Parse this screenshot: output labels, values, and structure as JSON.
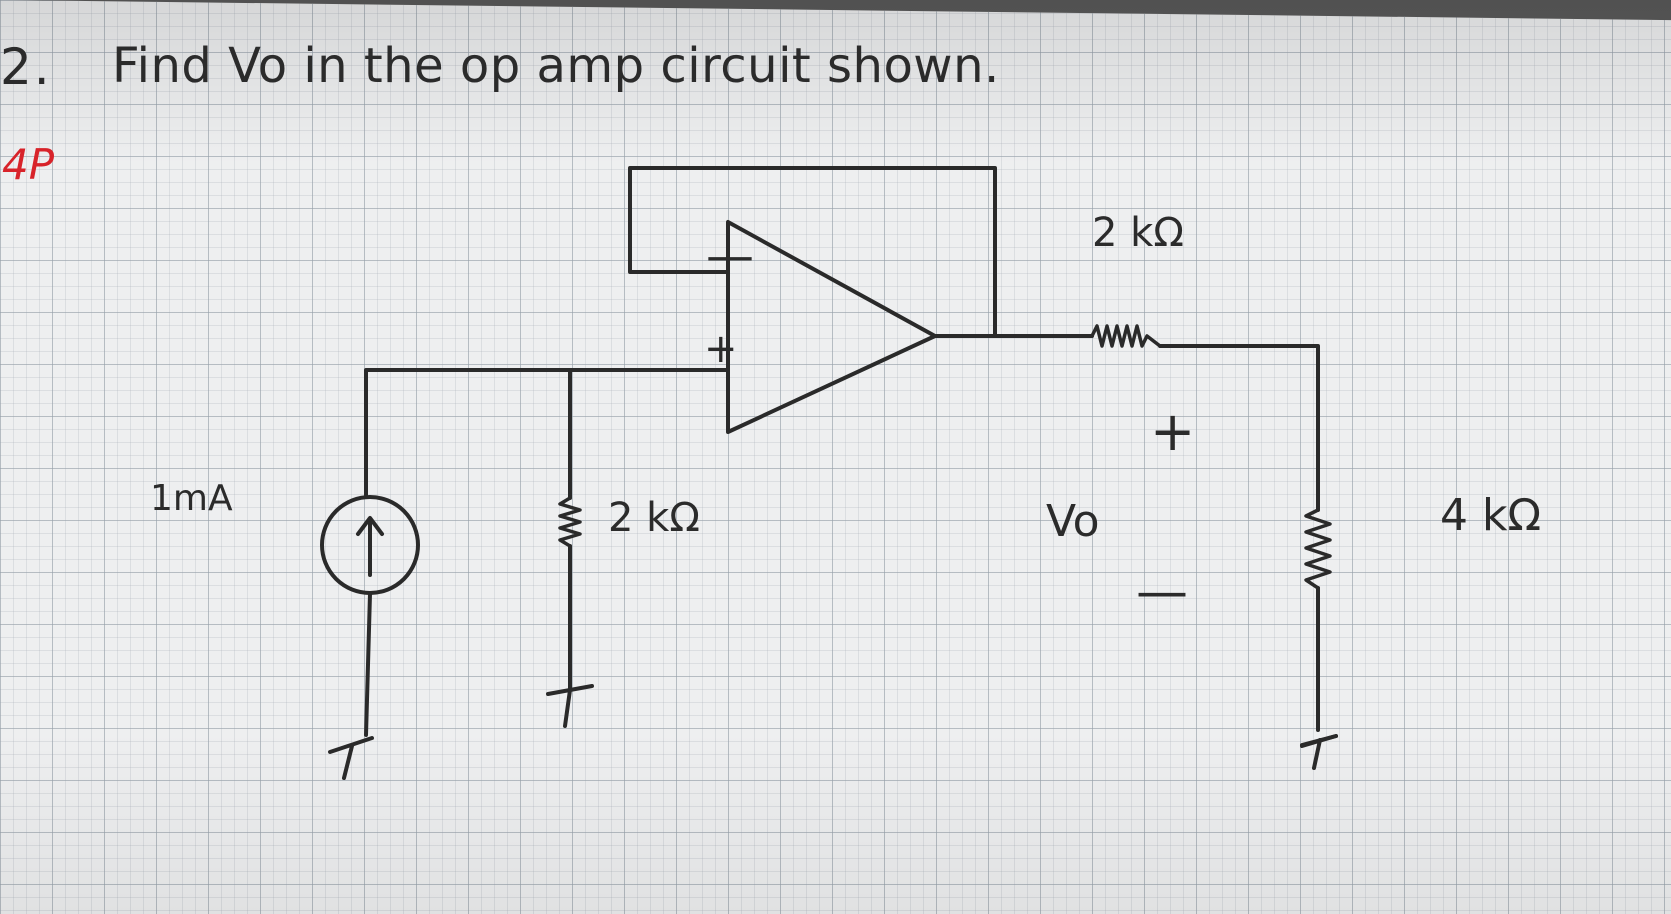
{
  "problem": {
    "number": "2.",
    "question": "Find Vo in the op amp circuit shown.",
    "margin_mark": "4P"
  },
  "circuit": {
    "current_source": {
      "label": "1mA",
      "direction_symbol": "↑"
    },
    "resistor_shunt": {
      "label": "2 kΩ"
    },
    "resistor_series": {
      "label": "2 kΩ"
    },
    "resistor_load": {
      "label": "4 kΩ"
    },
    "output": {
      "label": "Vo",
      "plus": "+",
      "minus": "—"
    },
    "opamp": {
      "inverting": "—",
      "noninverting": "+"
    }
  },
  "colors": {
    "ink": "#2a2a2a",
    "red_mark": "#d8232a",
    "paper": "#eeeff0",
    "grid": "#969faa"
  }
}
